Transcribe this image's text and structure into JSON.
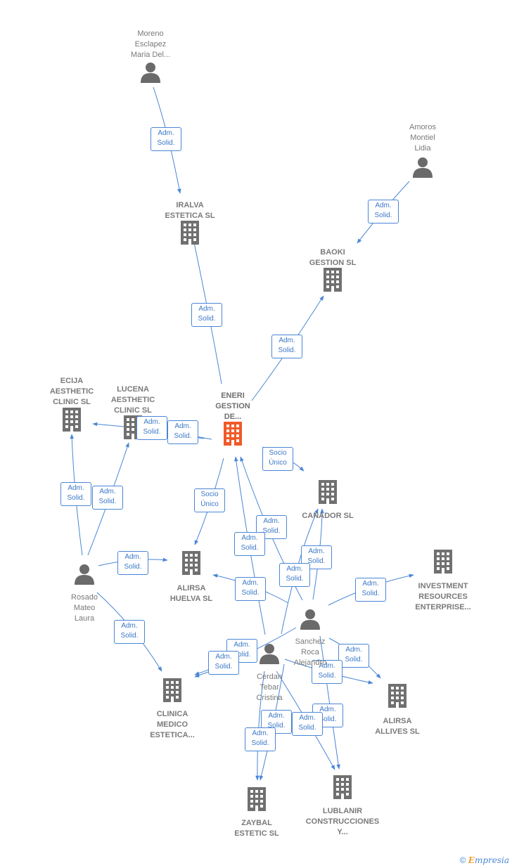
{
  "nodes": [
    {
      "id": "moreno",
      "kind": "person",
      "label": "Moreno\nEsclapez\nMaria Del..."
    },
    {
      "id": "amoros",
      "kind": "person",
      "label": "Amoros\nMontiel\nLidia"
    },
    {
      "id": "iralva",
      "kind": "company",
      "label": "IRALVA\nESTETICA SL"
    },
    {
      "id": "baoki",
      "kind": "company",
      "label": "BAOKI\nGESTION SL"
    },
    {
      "id": "eneri",
      "kind": "company",
      "focus": true,
      "label": "ENERI\nGESTION\nDE..."
    },
    {
      "id": "ecija",
      "kind": "company",
      "label": "ECIJA\nAESTHETIC\nCLINIC SL"
    },
    {
      "id": "lucena",
      "kind": "company",
      "label": "LUCENA\nAESTHETIC\nCLINIC SL"
    },
    {
      "id": "canador",
      "kind": "company",
      "label": "CANADOR SL"
    },
    {
      "id": "investment",
      "kind": "company",
      "label": "INVESTMENT\nRESOURCES\nENTERPRISE..."
    },
    {
      "id": "alirsa_huelva",
      "kind": "company",
      "label": "ALIRSA\nHUELVA SL"
    },
    {
      "id": "rosado",
      "kind": "person",
      "label": "Rosado\nMateo\nLaura"
    },
    {
      "id": "sanchez",
      "kind": "person",
      "label": "Sanchez\nRoca\nAlejandro"
    },
    {
      "id": "cerdan",
      "kind": "person",
      "label": "Cerdan\nTebar\nCristina"
    },
    {
      "id": "clinica",
      "kind": "company",
      "label": "CLINICA\nMEDICO\nESTETICA..."
    },
    {
      "id": "alirsa_allives",
      "kind": "company",
      "label": "ALIRSA\nALLIVES SL"
    },
    {
      "id": "zaybal",
      "kind": "company",
      "label": "ZAYBAL\nESTETIC SL"
    },
    {
      "id": "lublanir",
      "kind": "company",
      "label": "LUBLANIR\nCONSTRUCCIONES\nY..."
    }
  ],
  "edges": [
    {
      "from": "moreno",
      "to": "iralva",
      "label": "Adm.\nSolid."
    },
    {
      "from": "amoros",
      "to": "baoki",
      "label": "Adm.\nSolid."
    },
    {
      "from": "eneri",
      "to": "iralva",
      "label": "Adm.\nSolid."
    },
    {
      "from": "eneri",
      "to": "baoki",
      "label": "Adm.\nSolid."
    },
    {
      "from": "eneri",
      "to": "ecija",
      "label": "Adm.\nSolid."
    },
    {
      "from": "eneri",
      "to": "lucena",
      "label": "Adm.\nSolid."
    },
    {
      "from": "eneri",
      "to": "canador",
      "label": "Socio\nÚnico"
    },
    {
      "from": "eneri",
      "to": "alirsa_huelva",
      "label": "Socio\nÚnico"
    },
    {
      "from": "rosado",
      "to": "ecija",
      "label": "Adm.\nSolid."
    },
    {
      "from": "rosado",
      "to": "lucena",
      "label": "Adm.\nSolid."
    },
    {
      "from": "rosado",
      "to": "alirsa_huelva",
      "label": "Adm.\nSolid."
    },
    {
      "from": "rosado",
      "to": "clinica",
      "label": "Adm.\nSolid."
    },
    {
      "from": "sanchez",
      "to": "eneri",
      "label": "Adm.\nSolid."
    },
    {
      "from": "cerdan",
      "to": "eneri",
      "label": "Adm.\nSolid."
    },
    {
      "from": "sanchez",
      "to": "alirsa_huelva",
      "label": "Adm.\nSolid."
    },
    {
      "from": "sanchez",
      "to": "canador",
      "label": "Adm.\nSolid."
    },
    {
      "from": "cerdan",
      "to": "canador",
      "label": "Adm.\nSolid."
    },
    {
      "from": "sanchez",
      "to": "investment",
      "label": "Adm.\nSolid."
    },
    {
      "from": "sanchez",
      "to": "alirsa_allives",
      "label": "Adm.\nSolid."
    },
    {
      "from": "cerdan",
      "to": "alirsa_allives",
      "label": "Adm.\nSolid."
    },
    {
      "from": "sanchez",
      "to": "clinica",
      "label": "Adm.\nSolid."
    },
    {
      "from": "cerdan",
      "to": "clinica",
      "label": "Adm.\nSolid."
    },
    {
      "from": "sanchez",
      "to": "zaybal",
      "label": "Adm.\nSolid."
    },
    {
      "from": "cerdan",
      "to": "zaybal",
      "label": "Adm.\nSolid."
    },
    {
      "from": "sanchez",
      "to": "lublanir",
      "label": "Adm.\nSolid."
    },
    {
      "from": "cerdan",
      "to": "lublanir",
      "label": "Adm.\nSolid."
    }
  ],
  "colors": {
    "edge": "#4a86d6",
    "company": "#707070",
    "focus_company": "#f05a28",
    "person": "#6a6a6a",
    "label_text": "#7a7a7a"
  },
  "footer": {
    "copyright_symbol": "©",
    "brand_initial": "E",
    "brand_rest": "mpresia"
  }
}
